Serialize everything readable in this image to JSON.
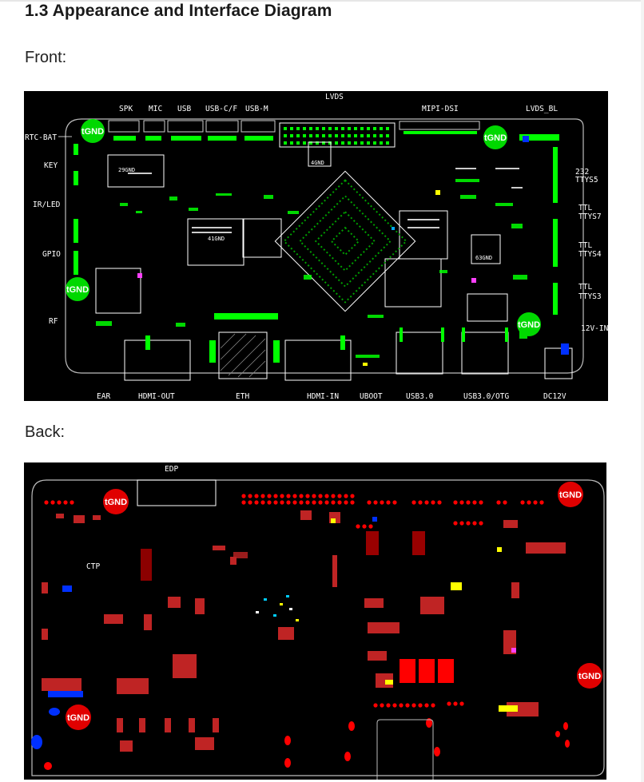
{
  "heading": "1.3 Appearance and Interface Diagram",
  "front": {
    "label": "Front:",
    "top_labels": [
      "SPK",
      "MIC",
      "USB",
      "USB-C/F",
      "USB-M",
      "LVDS",
      "MIPI-DSI",
      "LVDS_BL"
    ],
    "left_labels": [
      "RTC-BAT",
      "KEY",
      "IR/LED",
      "GPIO",
      "RF"
    ],
    "right_labels": [
      "232",
      "TTYS5",
      "TTL",
      "TTYS7",
      "TTL",
      "TTYS4",
      "TTL",
      "TTYS3",
      "12V-IN"
    ],
    "bottom_labels": [
      "EAR",
      "HDMI-OUT",
      "ETH",
      "HDMI-IN",
      "UBOOT",
      "USB3.0",
      "USB3.0/OTG",
      "DC12V"
    ],
    "gnd": "tGND",
    "chips": [
      "29GND",
      "4GND",
      "41GND",
      "63GND"
    ]
  },
  "back": {
    "label": "Back:",
    "labels": [
      "EDP",
      "CTP"
    ],
    "gnd": "tGND"
  },
  "colors": {
    "pcb_bg": "#000000",
    "trace_green": "#00ff00",
    "trace_white": "#ffffff",
    "front_gnd": "#00d800",
    "back_pad": "#ff0000",
    "back_gnd": "#e00000"
  }
}
